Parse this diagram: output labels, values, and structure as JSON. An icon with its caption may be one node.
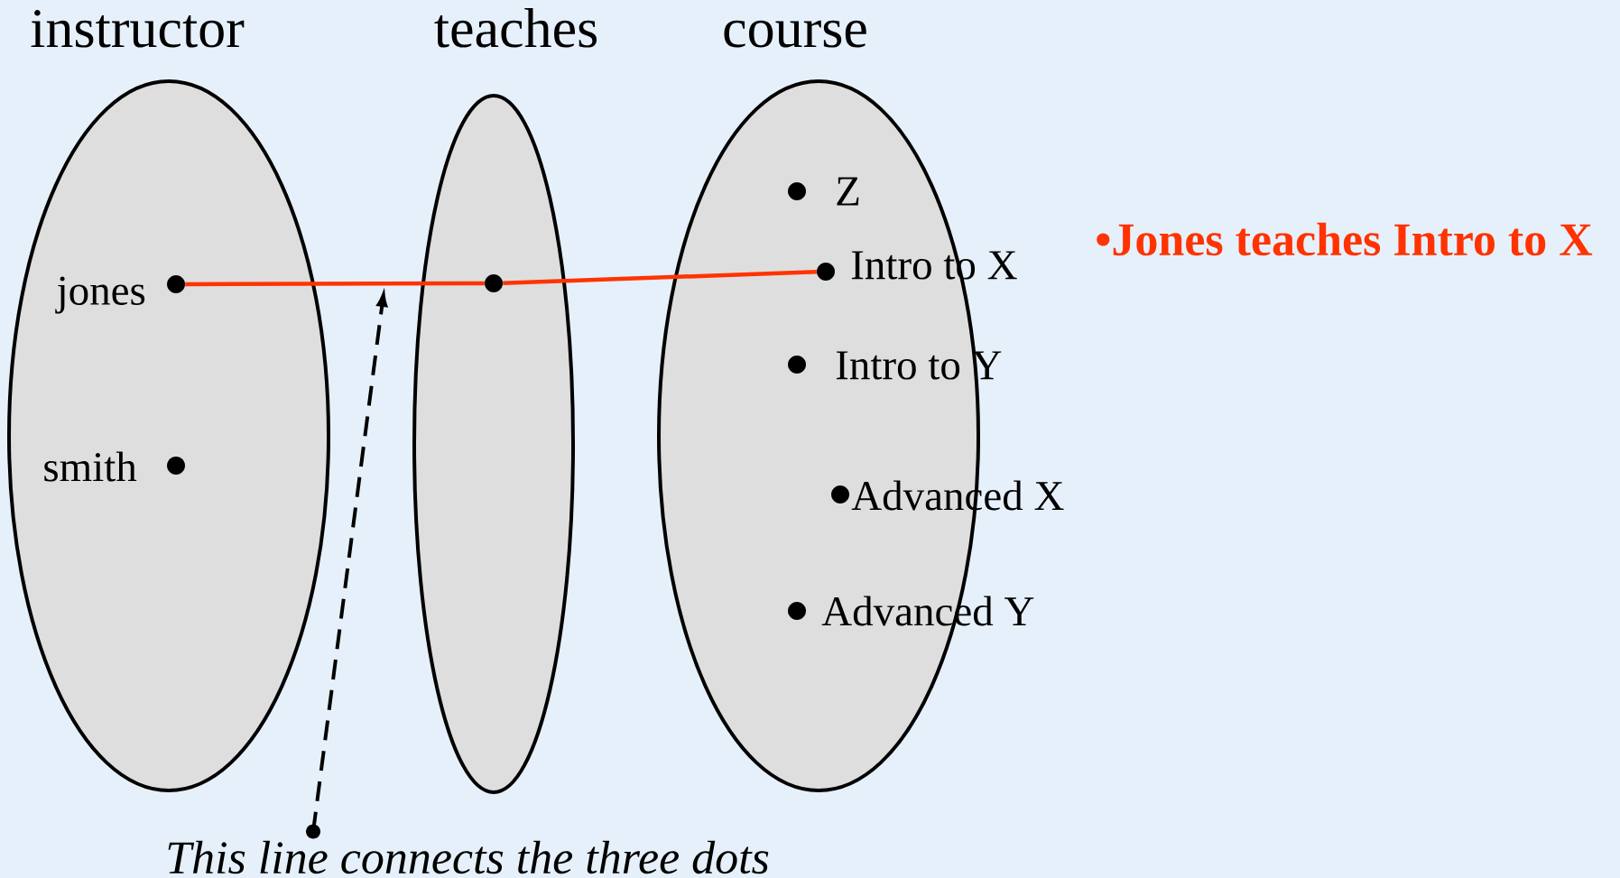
{
  "diagram": {
    "nodes": [
      {
        "text": [
          "instructor"
        ]
      },
      {
        "text": [],
        "shape": "circle",
        "in": 0,
        "beside": [
          "jones"
        ]
      },
      {
        "text": [],
        "shape": "circle",
        "in": 0,
        "beside": [
          "smith"
        ]
      },
      {
        "text": [
          "teaches"
        ]
      },
      {
        "text": [],
        "shape": "circle",
        "in": 3
      },
      {
        "text": [
          "course"
        ]
      },
      {
        "text": [],
        "shape": "circle",
        "in": 5,
        "beside": [
          "Z"
        ]
      },
      {
        "text": [],
        "shape": "circle",
        "in": 5,
        "beside": [
          "Intro to X"
        ]
      },
      {
        "text": [],
        "shape": "circle",
        "in": 5,
        "beside": [
          "Intro to Y"
        ]
      },
      {
        "text": [],
        "shape": "circle",
        "in": 5,
        "beside": [
          "Advanced X"
        ]
      },
      {
        "text": [],
        "shape": "circle",
        "in": 5,
        "beside": [
          "Advanced Y"
        ]
      },
      {
        "text": [
          "This line connects the three dots"
        ]
      }
    ],
    "edges": [
      {
        "from": 1,
        "to": 4,
        "arrow": "none",
        "color": "#ff3300"
      },
      {
        "from": 4,
        "to": 7,
        "arrow": "none",
        "color": "#ff3300"
      },
      {
        "from": 11,
        "to": null,
        "arrow": "to",
        "style": "dashed",
        "color": "#000000"
      }
    ],
    "labels": [
      "•Jones teaches Intro to X"
    ]
  }
}
